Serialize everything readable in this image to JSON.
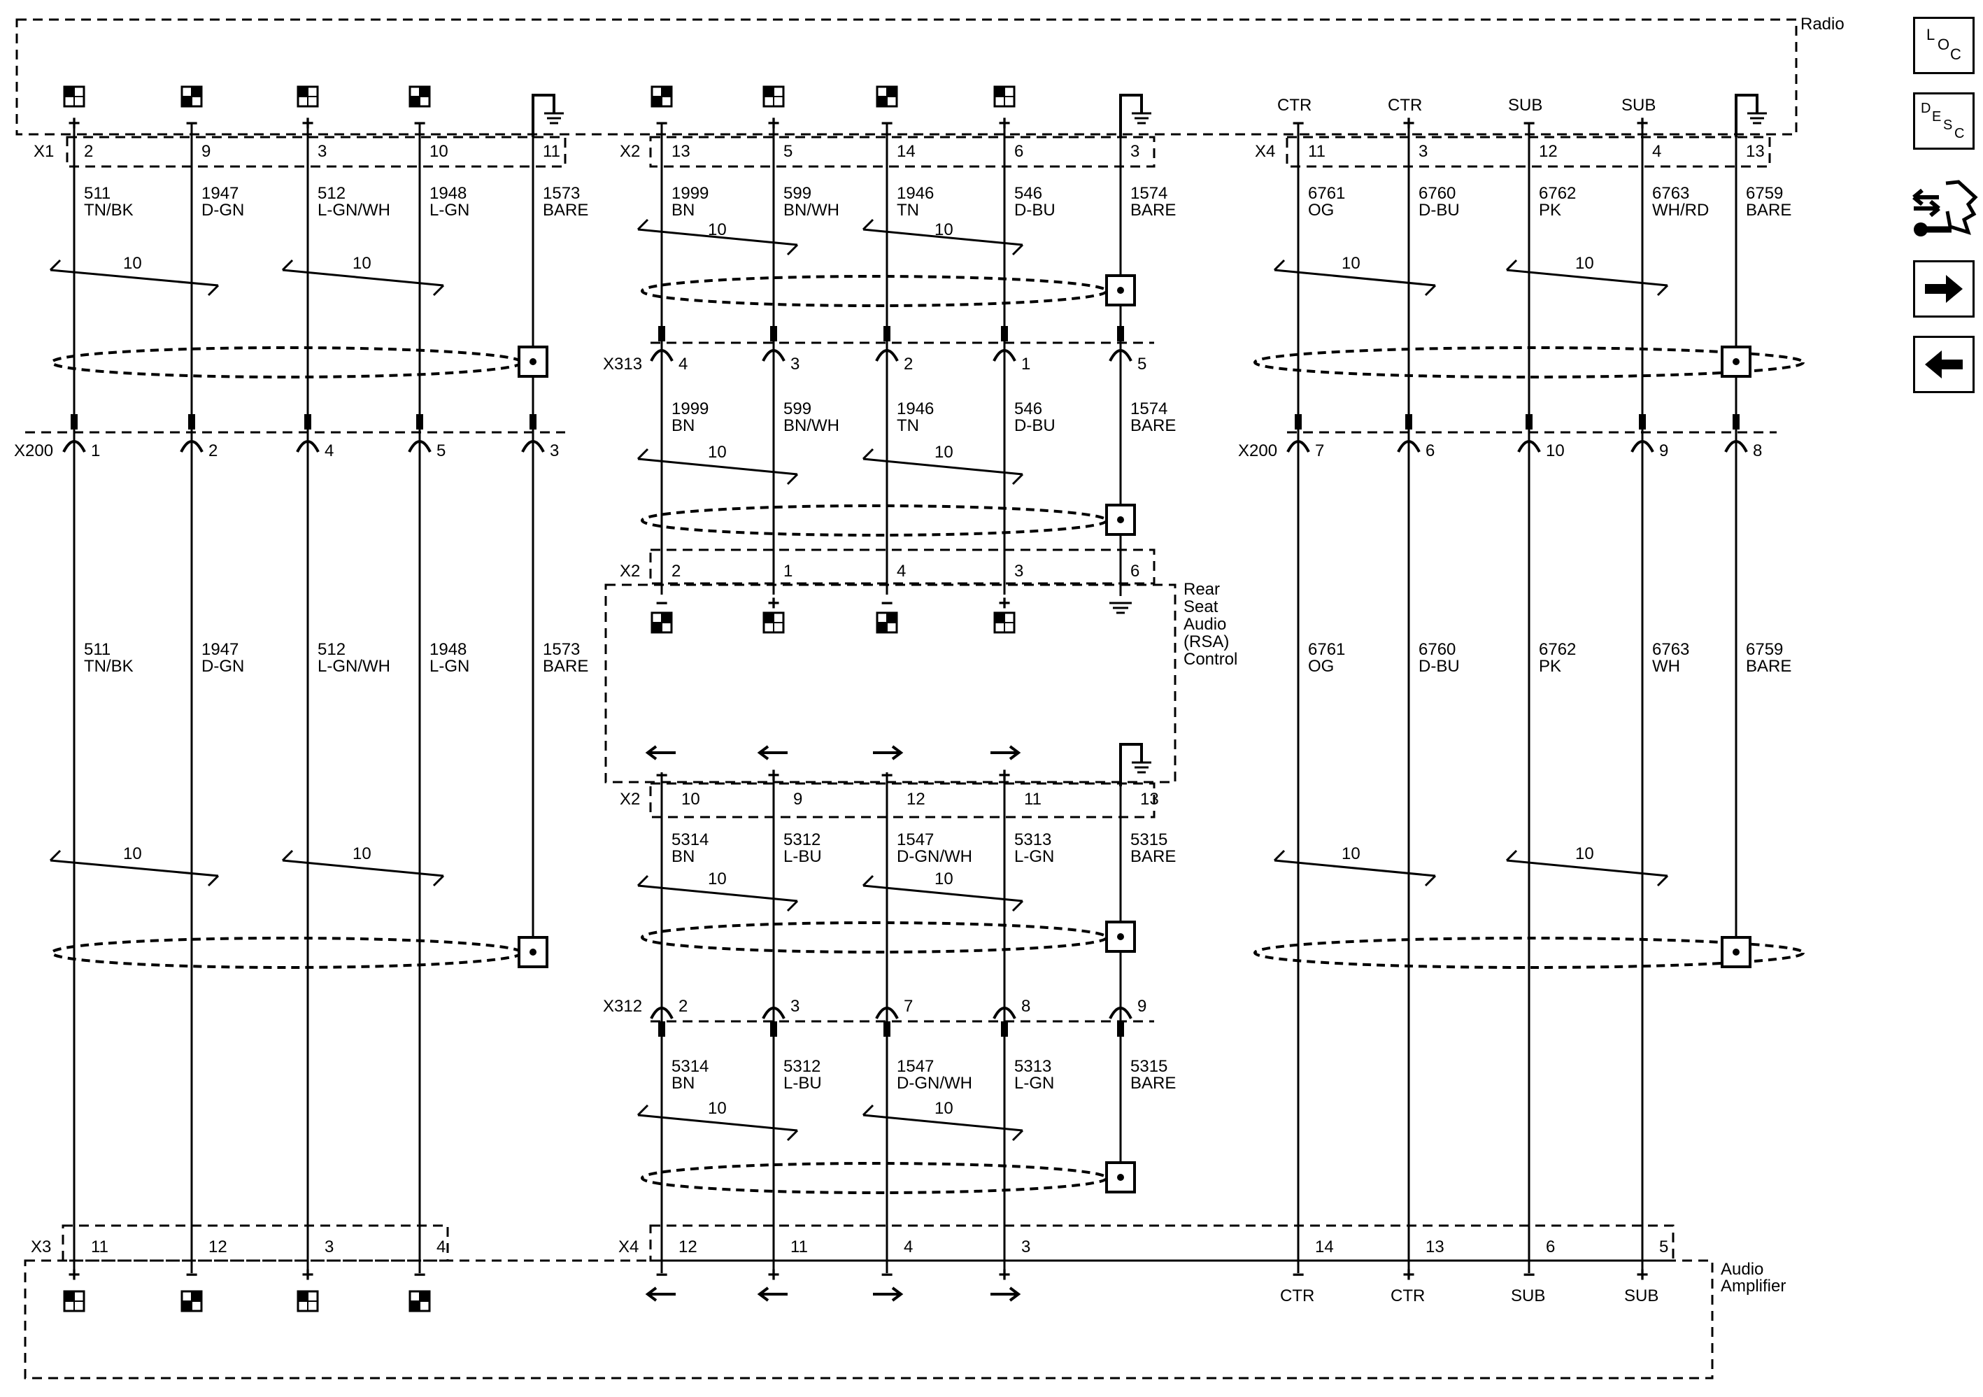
{
  "components": {
    "radio": "Radio",
    "rsa": [
      "Rear",
      "Seat",
      "Audio",
      "(RSA)",
      "Control"
    ],
    "amplifier": [
      "Audio",
      "Amplifier"
    ]
  },
  "connectors": {
    "radio_x1": "X1",
    "radio_x2": "X2",
    "radio_x4": "X4",
    "x313": "X313",
    "x200_left": "X200",
    "x200_right": "X200",
    "rsa_x2_top": "X2",
    "rsa_x2_bottom": "X2",
    "x312": "X312",
    "amp_x3": "X3",
    "amp_x4": "X4"
  },
  "left_group": {
    "radio_pins": [
      "2",
      "9",
      "3",
      "10",
      "11"
    ],
    "x200_pins": [
      "1",
      "2",
      "4",
      "5",
      "3"
    ],
    "amp_pins": [
      "11",
      "12",
      "3",
      "4"
    ],
    "polarity": [
      "+",
      "−",
      "+",
      "−"
    ],
    "amp_polarity": [
      "+",
      "−",
      "+",
      "−"
    ],
    "wires_top": [
      [
        "511",
        "TN/BK"
      ],
      [
        "1947",
        "D-GN"
      ],
      [
        "512",
        "L-GN/WH"
      ],
      [
        "1948",
        "L-GN"
      ],
      [
        "1573",
        "BARE"
      ]
    ],
    "wires_bottom": [
      [
        "511",
        "TN/BK"
      ],
      [
        "1947",
        "D-GN"
      ],
      [
        "512",
        "L-GN/WH"
      ],
      [
        "1948",
        "L-GN"
      ],
      [
        "1573",
        "BARE"
      ]
    ],
    "twist": [
      "10",
      "10",
      "10",
      "10"
    ]
  },
  "middle_group": {
    "radio_pins": [
      "13",
      "5",
      "14",
      "6",
      "3"
    ],
    "polarity": [
      "−",
      "+",
      "−",
      "+"
    ],
    "wires_a": [
      [
        "1999",
        "BN"
      ],
      [
        "599",
        "BN/WH"
      ],
      [
        "1946",
        "TN"
      ],
      [
        "546",
        "D-BU"
      ],
      [
        "1574",
        "BARE"
      ]
    ],
    "x313_pins": [
      "4",
      "3",
      "2",
      "1",
      "5"
    ],
    "wires_b": [
      [
        "1999",
        "BN"
      ],
      [
        "599",
        "BN/WH"
      ],
      [
        "1946",
        "TN"
      ],
      [
        "546",
        "D-BU"
      ],
      [
        "1574",
        "BARE"
      ]
    ],
    "rsa_in_pins": [
      "2",
      "1",
      "4",
      "3",
      "6"
    ],
    "rsa_in_polarity": [
      "−",
      "+",
      "−",
      "+"
    ],
    "rsa_out_polarity": [
      "−",
      "+",
      "−",
      "+"
    ],
    "rsa_out_pins": [
      "10",
      "9",
      "12",
      "11",
      "13"
    ],
    "wires_c": [
      [
        "5314",
        "BN"
      ],
      [
        "5312",
        "L-BU"
      ],
      [
        "1547",
        "D-GN/WH"
      ],
      [
        "5313",
        "L-GN"
      ],
      [
        "5315",
        "BARE"
      ]
    ],
    "x312_pins": [
      "2",
      "3",
      "7",
      "8",
      "9"
    ],
    "wires_d": [
      [
        "5314",
        "BN"
      ],
      [
        "5312",
        "L-BU"
      ],
      [
        "1547",
        "D-GN/WH"
      ],
      [
        "5313",
        "L-GN"
      ],
      [
        "5315",
        "BARE"
      ]
    ],
    "amp_pins": [
      "12",
      "11",
      "4",
      "3"
    ],
    "amp_polarity": [
      "−",
      "+",
      "−",
      "+"
    ],
    "twist": [
      "10",
      "10",
      "10",
      "10",
      "10",
      "10",
      "10",
      "10"
    ]
  },
  "right_group": {
    "labels": [
      "CTR",
      "CTR",
      "SUB",
      "SUB"
    ],
    "polarity": [
      "−",
      "+",
      "−",
      "+"
    ],
    "radio_pins": [
      "11",
      "3",
      "12",
      "4",
      "13"
    ],
    "wires_top": [
      [
        "6761",
        "OG"
      ],
      [
        "6760",
        "D-BU"
      ],
      [
        "6762",
        "PK"
      ],
      [
        "6763",
        "WH/RD"
      ],
      [
        "6759",
        "BARE"
      ]
    ],
    "x200_pins": [
      "7",
      "6",
      "10",
      "9",
      "8"
    ],
    "wires_bottom": [
      [
        "6761",
        "OG"
      ],
      [
        "6760",
        "D-BU"
      ],
      [
        "6762",
        "PK"
      ],
      [
        "6763",
        "WH"
      ],
      [
        "6759",
        "BARE"
      ]
    ],
    "amp_pins": [
      "14",
      "13",
      "6",
      "5"
    ],
    "amp_polarity": [
      "−",
      "+",
      "−",
      "+"
    ],
    "amp_labels": [
      "CTR",
      "CTR",
      "SUB",
      "SUB"
    ],
    "twist": [
      "10",
      "10",
      "10",
      "10"
    ]
  },
  "nav": {
    "loc": [
      "L",
      "O",
      "C"
    ],
    "desc": [
      "D",
      "E",
      "S",
      "C"
    ]
  }
}
